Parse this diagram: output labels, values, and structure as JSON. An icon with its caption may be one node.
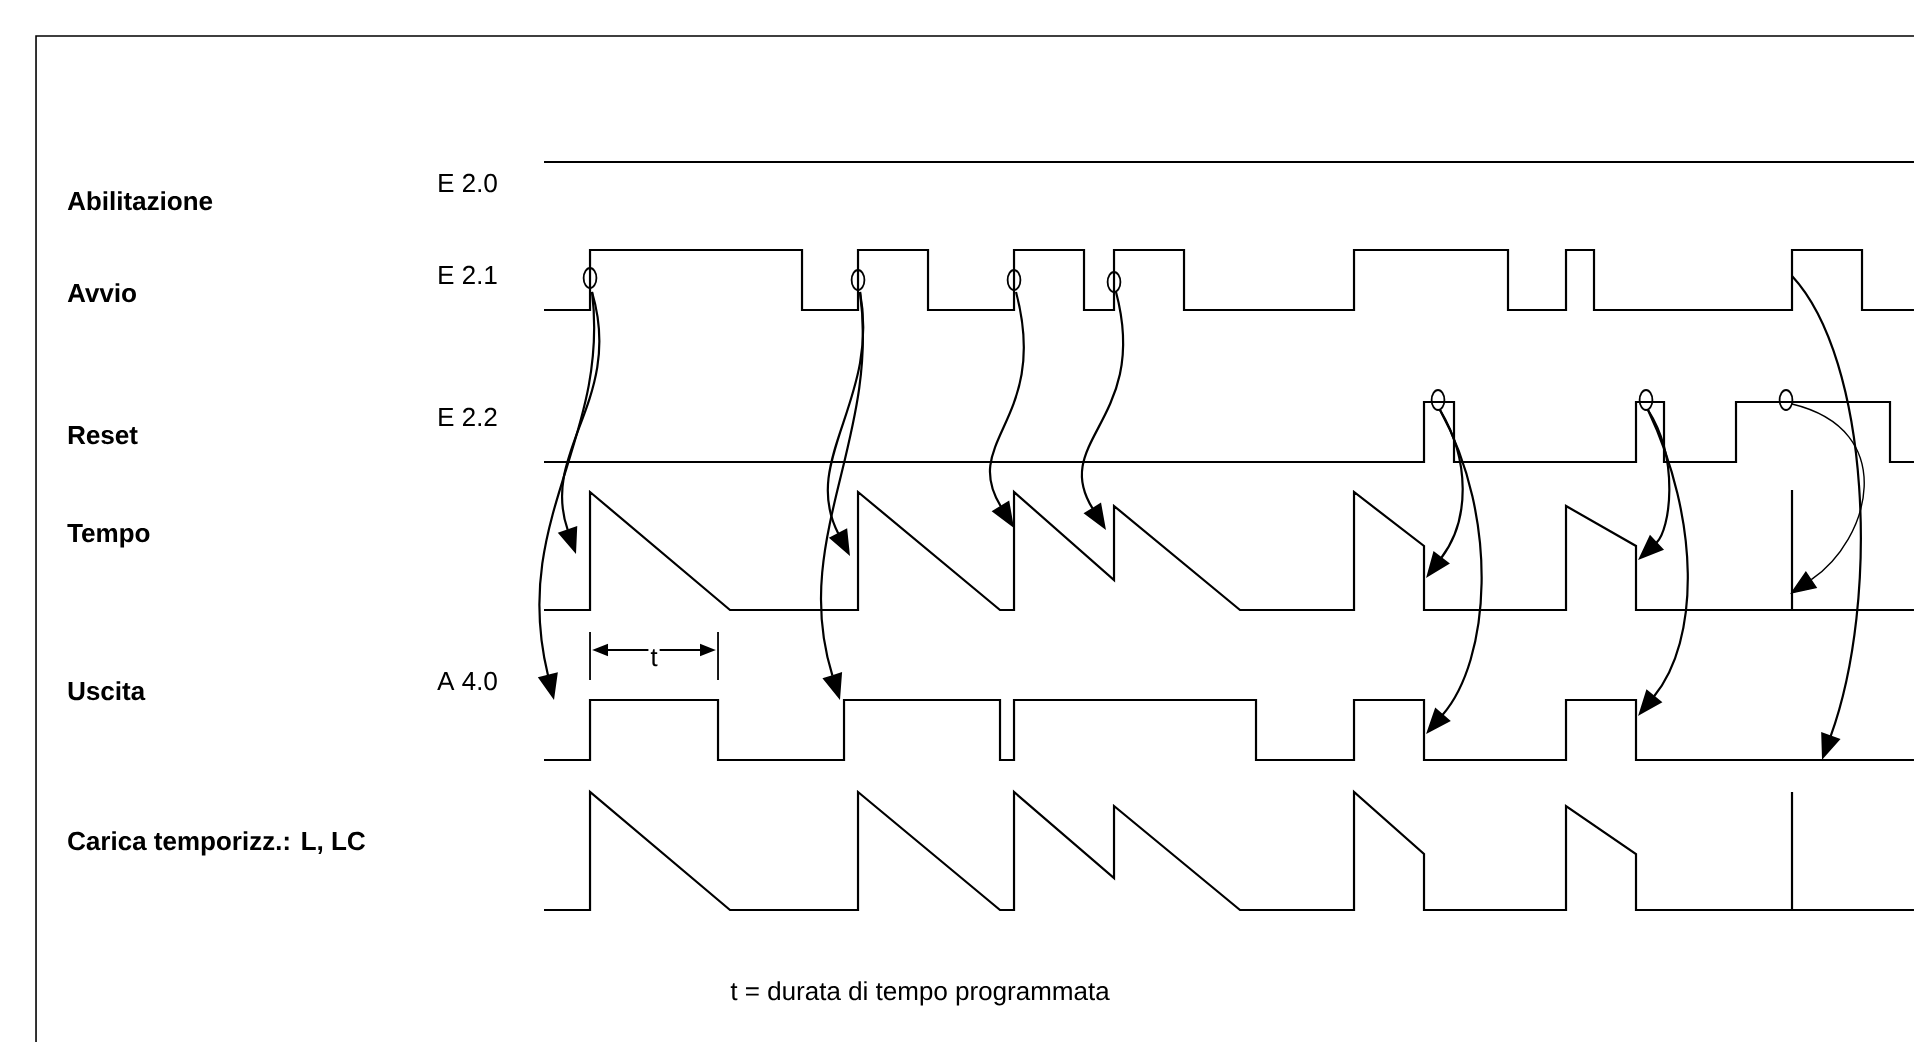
{
  "diagram": {
    "caption": "t = durata di tempo programmata",
    "labels": [
      "Abilitazione",
      "E 2.0",
      "Avvio",
      "E 2.1",
      "Reset",
      "E 2.2",
      "Tempo",
      "Uscita",
      "A 4.0",
      "Carica temporizz.: L, LC",
      "t"
    ]
  }
}
